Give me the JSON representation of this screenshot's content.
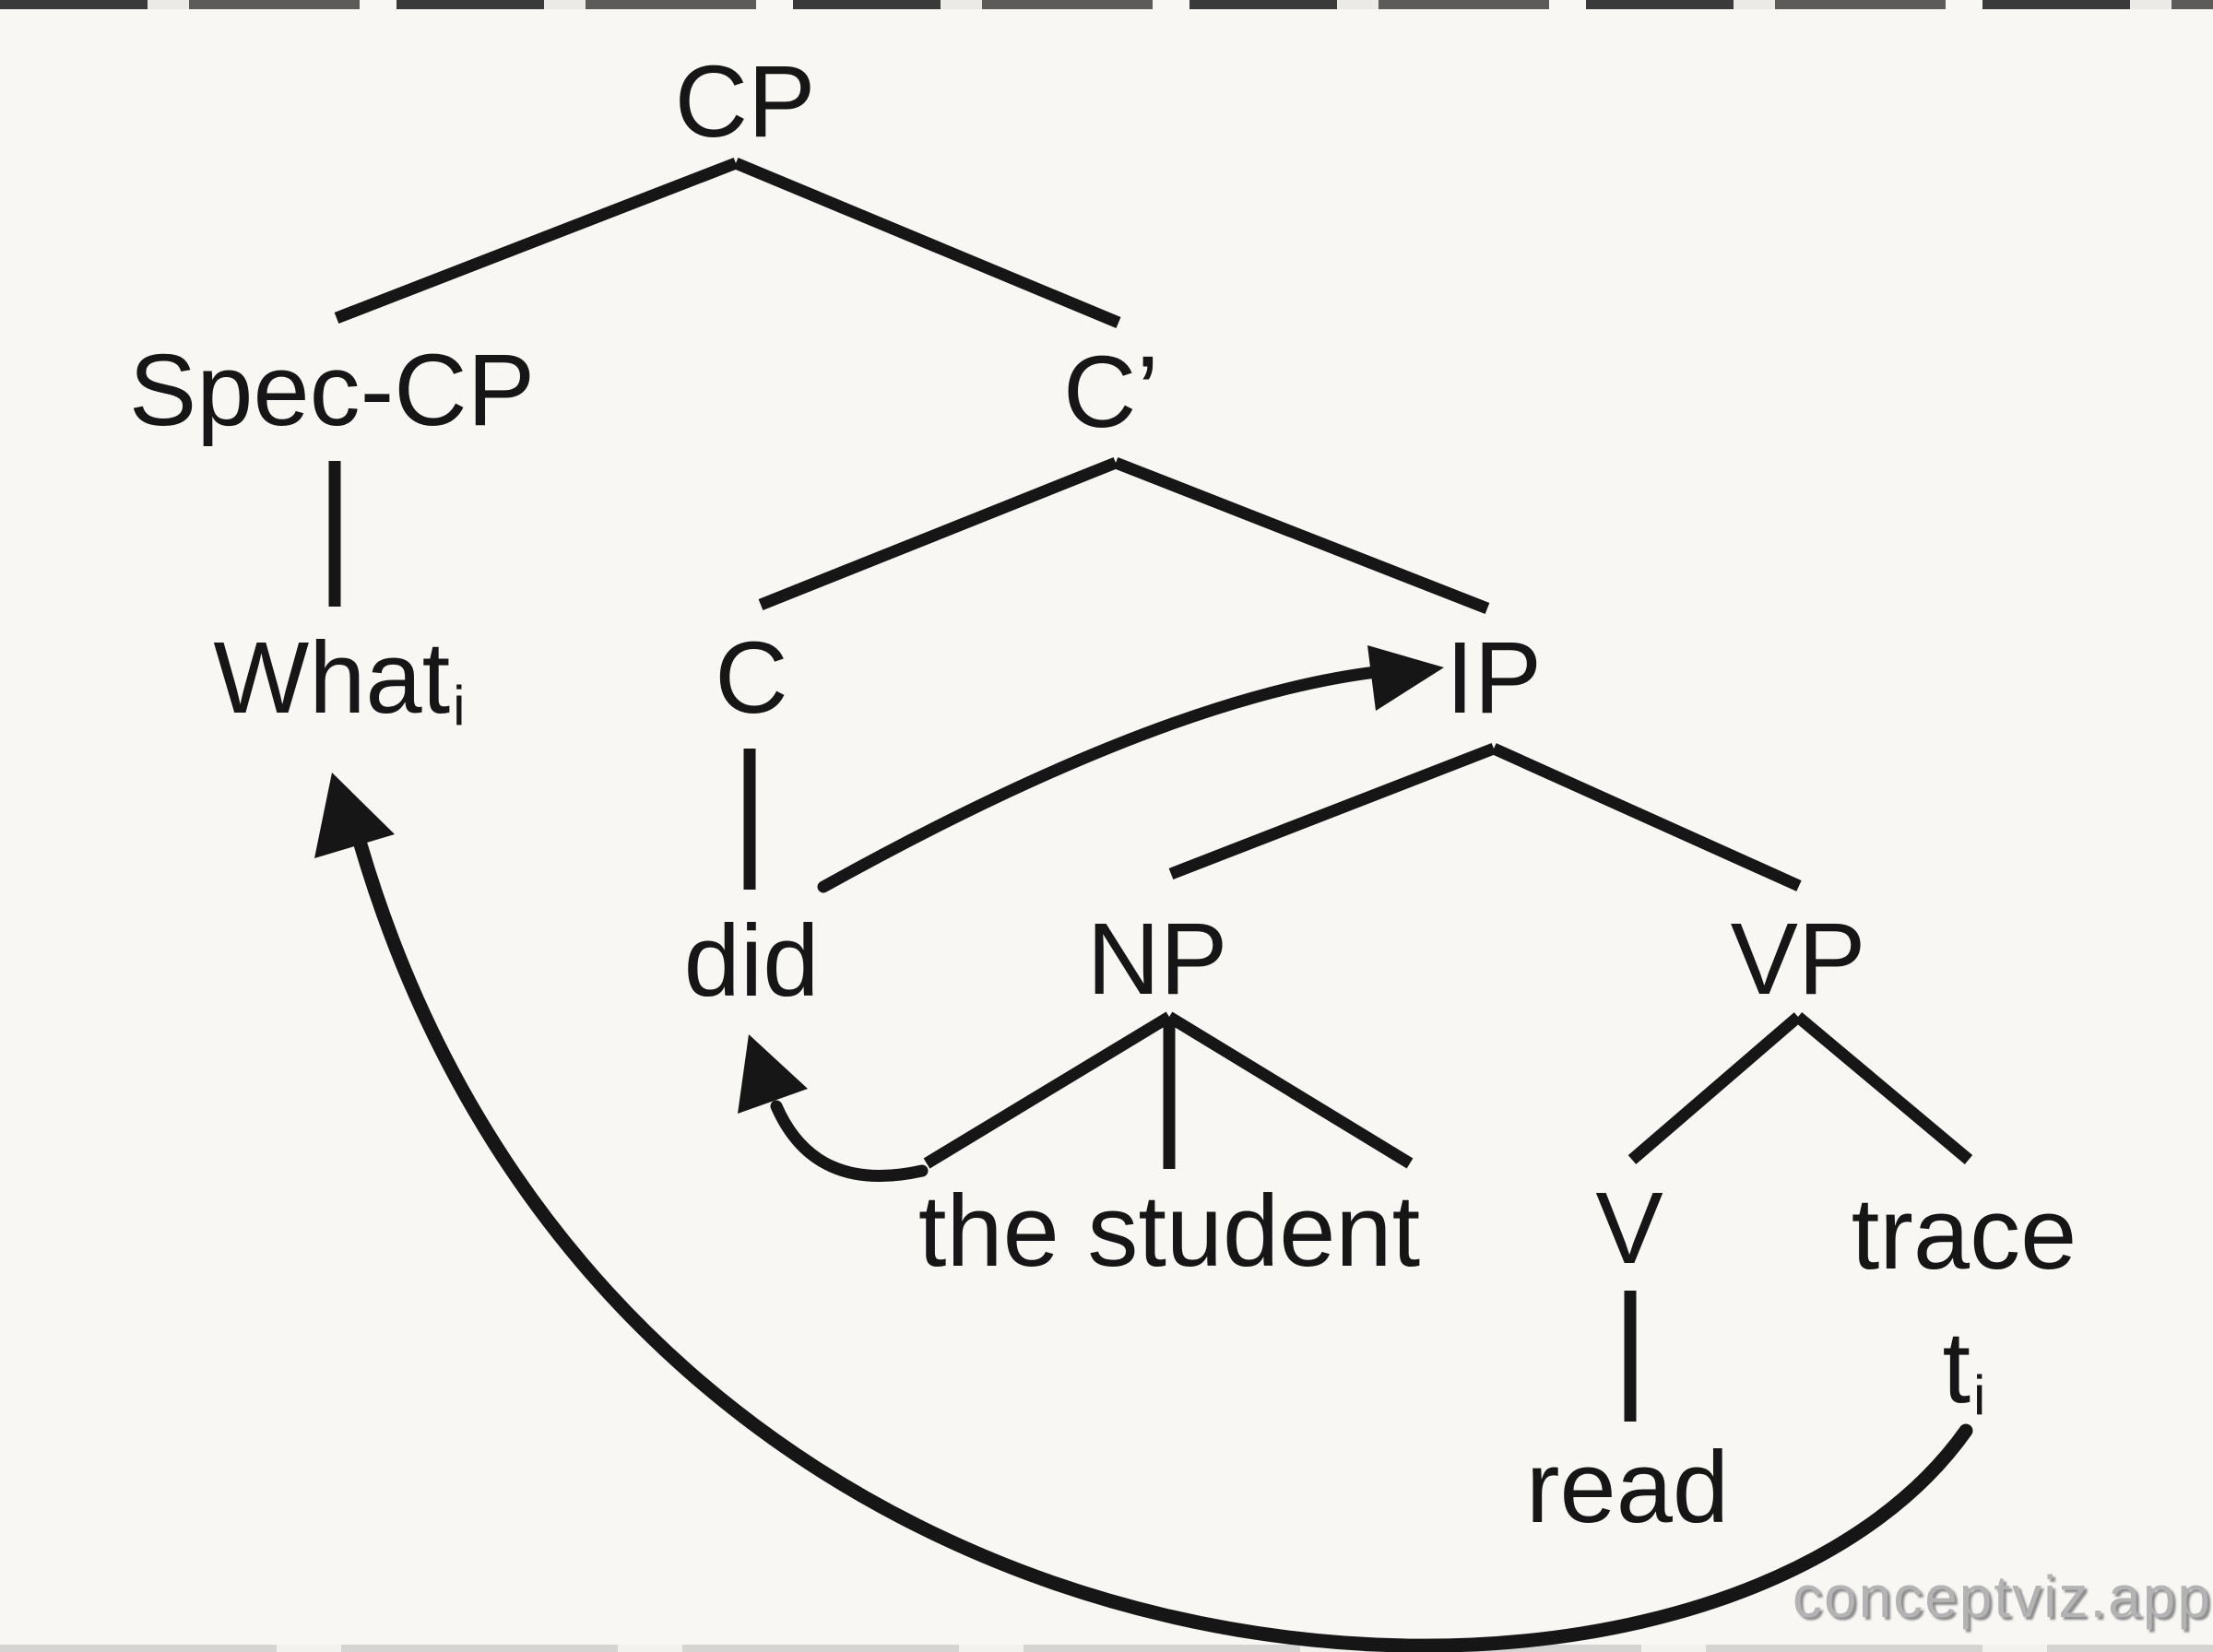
{
  "colors": {
    "background": "#f8f7f4",
    "ink": "#161616",
    "watermark": "#b3b3b3"
  },
  "watermark": {
    "text": "conceptviz.app"
  },
  "tree": {
    "description": "X-bar syntax tree for wh-movement",
    "nodes": {
      "cp": "CP",
      "spec_cp": "Spec-CP",
      "c_bar": "C’",
      "what": {
        "word": "What",
        "index": "i"
      },
      "c": "C",
      "ip": "IP",
      "did": "did",
      "np": "NP",
      "vp": "VP",
      "the_student": "the student",
      "v": "V",
      "trace": "trace",
      "t": {
        "word": "t",
        "index": "i"
      },
      "read": "read"
    },
    "movements": [
      {
        "from": "did",
        "to": "IP",
        "style": "curved-arrow"
      },
      {
        "from": "the student",
        "to": "did",
        "style": "curved-arrow"
      },
      {
        "from": "t_i",
        "to": "What_i",
        "style": "curved-arrow"
      }
    ]
  }
}
